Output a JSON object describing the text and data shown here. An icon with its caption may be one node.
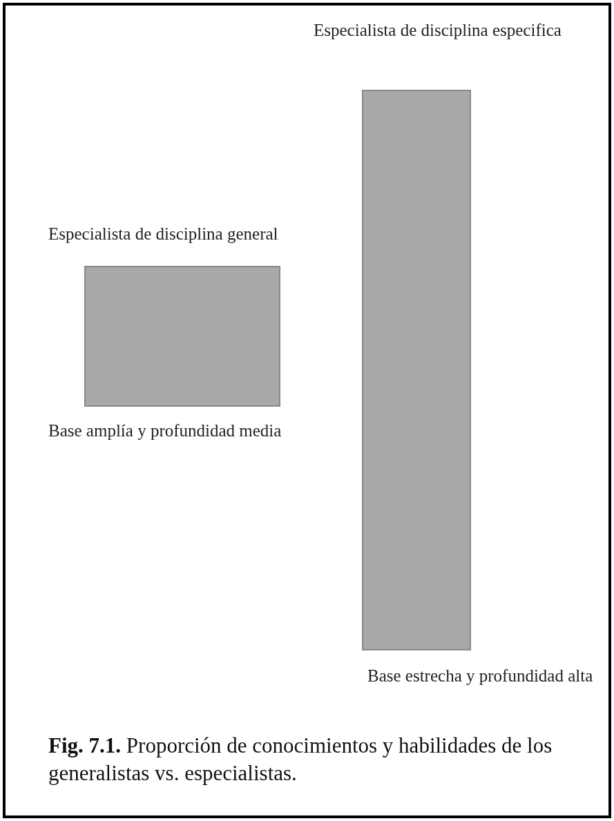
{
  "diagram": {
    "caption": "**Fig. 7.1.** Proporción de conocimientos y habilidades de los generalistas vs. especialistas.",
    "nodes": [
      {
        "text": [
          "Especialista de disciplina general",
          "Base amplía y profundidad media"
        ]
      },
      {
        "text": [
          "Especialista de disciplina especifica",
          "Base estrecha y profundidad alta"
        ]
      }
    ]
  }
}
